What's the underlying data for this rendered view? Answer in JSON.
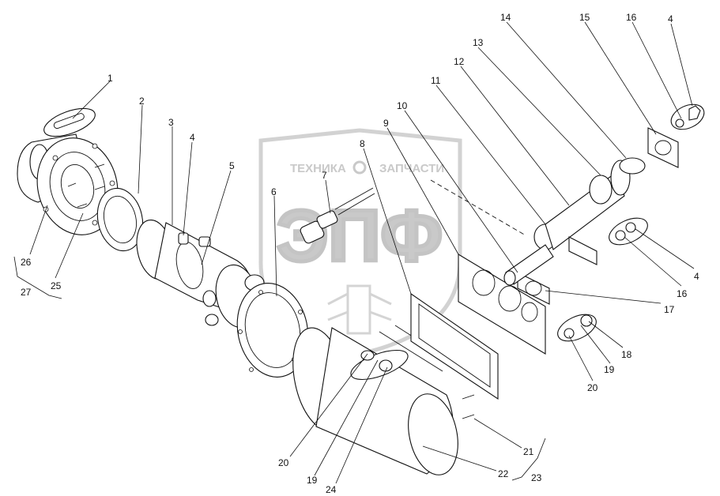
{
  "watermark": {
    "line1": "ТЕХНИКА",
    "line2": "ЗАПЧАСТИ",
    "logo": "ЭПФ",
    "color": "#c9c9c9"
  },
  "callouts": [
    {
      "id": "c1",
      "label": "1"
    },
    {
      "id": "c2",
      "label": "2"
    },
    {
      "id": "c3",
      "label": "3"
    },
    {
      "id": "c4a",
      "label": "4"
    },
    {
      "id": "c5",
      "label": "5"
    },
    {
      "id": "c6",
      "label": "6"
    },
    {
      "id": "c7",
      "label": "7"
    },
    {
      "id": "c8",
      "label": "8"
    },
    {
      "id": "c9",
      "label": "9"
    },
    {
      "id": "c10",
      "label": "10"
    },
    {
      "id": "c11",
      "label": "11"
    },
    {
      "id": "c12",
      "label": "12"
    },
    {
      "id": "c13",
      "label": "13"
    },
    {
      "id": "c14",
      "label": "14"
    },
    {
      "id": "c15",
      "label": "15"
    },
    {
      "id": "c16a",
      "label": "16"
    },
    {
      "id": "c4b",
      "label": "4"
    },
    {
      "id": "c4c",
      "label": "4"
    },
    {
      "id": "c16b",
      "label": "16"
    },
    {
      "id": "c17",
      "label": "17"
    },
    {
      "id": "c18",
      "label": "18"
    },
    {
      "id": "c19a",
      "label": "19"
    },
    {
      "id": "c20a",
      "label": "20"
    },
    {
      "id": "c21",
      "label": "21"
    },
    {
      "id": "c22",
      "label": "22"
    },
    {
      "id": "c23",
      "label": "23"
    },
    {
      "id": "c24",
      "label": "24"
    },
    {
      "id": "c19b",
      "label": "19"
    },
    {
      "id": "c20b",
      "label": "20"
    },
    {
      "id": "c25",
      "label": "25"
    },
    {
      "id": "c26",
      "label": "26"
    },
    {
      "id": "c27",
      "label": "27"
    }
  ]
}
